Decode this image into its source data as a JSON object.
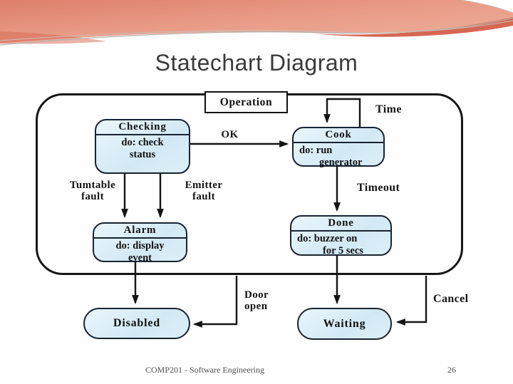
{
  "slide": {
    "title": "Statechart Diagram",
    "footer": {
      "course": "COMP201 - Software Engineering",
      "page": "26"
    }
  },
  "diagram": {
    "superstate_label": "Operation",
    "states": [
      {
        "id": "checking",
        "name": "Checking",
        "action_lines": [
          "do: check",
          "status"
        ]
      },
      {
        "id": "cook",
        "name": "Cook",
        "action_lines": [
          "do: run",
          "generator"
        ]
      },
      {
        "id": "alarm",
        "name": "Alarm",
        "action_lines": [
          "do: display",
          "event"
        ]
      },
      {
        "id": "done",
        "name": "Done",
        "action_lines": [
          "do: buzzer on",
          "for 5 secs"
        ]
      },
      {
        "id": "disabled",
        "name": "Disabled"
      },
      {
        "id": "waiting",
        "name": "Waiting"
      }
    ],
    "transitions": [
      {
        "from": "Checking",
        "to": "Cook",
        "label": "OK"
      },
      {
        "from": "Cook",
        "to": "Cook",
        "label": "Time"
      },
      {
        "from": "Checking",
        "to": "Alarm",
        "label": "Tumtable fault",
        "label_lines": [
          "Tumtable",
          "fault"
        ]
      },
      {
        "from": "Checking",
        "to": "Alarm",
        "label": "Emitter fault",
        "label_lines": [
          "Emitter",
          "fault"
        ]
      },
      {
        "from": "Cook",
        "to": "Done",
        "label": "Timeout"
      },
      {
        "from": "Alarm",
        "to": "Disabled",
        "label": ""
      },
      {
        "from": "Done",
        "to": "Waiting",
        "label": ""
      },
      {
        "from": "Operation",
        "to": "Disabled",
        "label": "Door open",
        "label_lines": [
          "Door",
          "open"
        ]
      },
      {
        "from": "Operation",
        "to": "Waiting",
        "label": "Cancel"
      }
    ],
    "colors": {
      "state_fill": "#d6ebf7",
      "state_border": "#182430",
      "line": "#141414",
      "header_coral": "#e18b76",
      "header_accent": "#d66752",
      "title_text": "#3b3b3b"
    }
  }
}
